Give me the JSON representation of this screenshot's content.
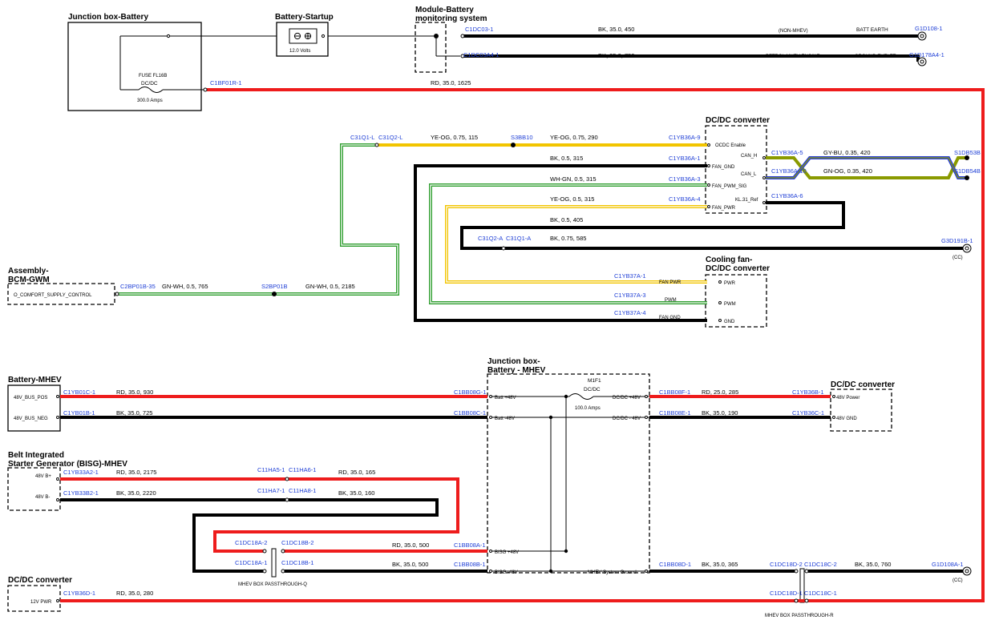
{
  "colors": {
    "red": "#ee1c1c",
    "black": "#000000",
    "yellow": "#f2c500",
    "green": "#2e9e2e",
    "white": "#ffffff",
    "blue": "#2a3fd6",
    "olive": "#8a9a00",
    "pin_text": "#1f3fd6"
  },
  "components": {
    "jb_battery": "Junction box-Battery",
    "fuse_fl16b": "FUSE FL16B",
    "fuse_dcdc": "DC/DC",
    "fuse_amps": "300.0 Amps",
    "battery_startup": "Battery-Startup",
    "battery_volts": "12.0 Volts",
    "mbms_line1": "Module-Battery",
    "mbms_line2": "monitoring system",
    "dcdc_top": "DC/DC converter",
    "cooling_line1": "Cooling fan-",
    "cooling_line2": "DC/DC converter",
    "bcm_line1": "Assembly-",
    "bcm_line2": "BCM-GWM",
    "bcm_pin": "O_COMFORT_SUPPLY_CONTROL",
    "battery_mhev": "Battery-MHEV",
    "jb_mhev_line1": "Junction box-",
    "jb_mhev_line2": "Battery - MHEV",
    "dcdc_right": "DC/DC converter",
    "bisg_line1": "Belt Integrated",
    "bisg_line2": "Starter Generator (BISG)-MHEV",
    "dcdc_bottom": "DC/DC converter",
    "m1f1": "M1F1",
    "m1f1_dcdc": "DC/DC",
    "m1f1_amps": "100.0 Amps",
    "passthrough_q": "MHEV BOX PASSTHROUGH-Q",
    "passthrough_r": "MHEV BOX PASSTHROUGH-R"
  },
  "pin_labels": {
    "ocdc_enable": "OCDC Enable",
    "fan_gnd": "FAN_GND",
    "fan_pwm_sig": "FAN_PWM_SIG",
    "fan_pwr": "FAN_PWR",
    "can_h": "CAN_H",
    "can_l": "CAN_L",
    "kl31_ref": "KL.31_Ref",
    "cf_fan_pwr": "FAN PWR",
    "cf_pwm": "PWM",
    "cf_fan_gnd": "FAN GND",
    "cf_in_pwr": "PWR",
    "cf_in_pwm": "PWM",
    "cf_in_gnd": "GND",
    "bus_pos": "48V_BUS_POS",
    "bus_neg": "48V_BUS_NEG",
    "batt_48": "Batt +48V",
    "batt_minus48": "Batt -48V",
    "dcdc_plus48": "DC/DC +48V",
    "dcdc_minus48": "DC/DC - 48V",
    "bisg_plus48": "BISG +48V",
    "bisg_minus48": "BISG -48V",
    "mhev_sys_ground": "MHEV System Ground",
    "v48_power": "48V Power",
    "v48_gnd": "48V GND",
    "bisg_b_plus": "48V B+",
    "bisg_b_minus": "48V B-",
    "v12_pwr": "12V PWR",
    "non_mhev": "(NON-MHEV)",
    "petrol": "PETROL MHEV ENGINE",
    "batt_earth": "BATT EARTH",
    "ground_eyelet": "GROUND EYELET",
    "cc": "(CC)"
  },
  "connectors": {
    "c1dc03": "C1DC03-1",
    "c1dc03a4": "C1DC03A4-1",
    "g1d108": "G1D108-1",
    "g1d178a4": "G1D178A4-1",
    "c1bf01r": "C1BF01R-1",
    "c31q1l": "C31Q1-L",
    "c31q2l": "C31Q2-L",
    "s3bb10": "S3BB10",
    "c1yb36a9": "C1YB36A-9",
    "c1yb36a1": "C1YB36A-1",
    "c1yb36a3": "C1YB36A-3",
    "c1yb36a4": "C1YB36A-4",
    "c1yb36a5": "C1YB36A-5",
    "c1yb36a10": "C1YB36A-10",
    "c1yb36a6": "C1YB36A-6",
    "s1db53b": "S1DB53B",
    "s1db54b": "S1DB54B",
    "c31q2a": "C31Q2-A",
    "c31q1a": "C31Q1-A",
    "g3d191b": "G3D191B-1",
    "c2bp01b": "C2BP01B-35",
    "s2bp01b": "S2BP01B",
    "c1yb37a1": "C1YB37A-1",
    "c1yb37a3": "C1YB37A-3",
    "c1yb37a4": "C1YB37A-4",
    "c1yb01c": "C1YB01C-1",
    "c1yb01b": "C1YB01B-1",
    "c1bb08g": "C1BB08G-1",
    "c1bb08c": "C1BB08C-1",
    "c1bb08f": "C1BB08F-1",
    "c1bb08e": "C1BB08E-1",
    "c1yb36b": "C1YB36B-1",
    "c1yb36c": "C1YB36C-1",
    "c1yb33a2": "C1YB33A2-1",
    "c1yb33b2": "C1YB33B2-1",
    "c11ha5": "C11HA5-1",
    "c11ha6": "C11HA6-1",
    "c11ha7": "C11HA7-1",
    "c11ha8": "C11HA8-1",
    "c1dc18a2": "C1DC18A-2",
    "c1dc18b2": "C1DC18B-2",
    "c1dc18a1": "C1DC18A-1",
    "c1dc18b1": "C1DC18B-1",
    "c1bb08a": "C1BB08A-1",
    "c1bb08b": "C1BB08B-1",
    "c1bb08d": "C1BB08D-1",
    "c1dc18d2": "C1DC18D-2",
    "c1dc18c2": "C1DC18C-2",
    "g1d108a": "G1D108A-1",
    "c1yb36d": "C1YB36D-1",
    "c1dc18d1": "C1DC18D-1",
    "c1dc18c1": "C1DC18C-1"
  },
  "wires": {
    "w450": "BK,  35.0,  450",
    "w750": "BK,  35.0,  750",
    "w1625": "RD,  35.0,  1625",
    "w115": "YE-OG,  0.75,  115",
    "w290": "YE-OG,  0.75,  290",
    "w315bk": "BK,  0.5,  315",
    "w315wg": "WH-GN,  0.5,  315",
    "w315yo": "YE-OG,  0.5,  315",
    "w420gy": "GY-BU,  0.35,  420",
    "w420gn": "GN-OG,  0.35,  420",
    "w405": "BK,  0.5,  405",
    "w585": "BK,  0.75,  585",
    "w765": "GN-WH,  0.5,  765",
    "w2185": "GN-WH,  0.5,  2185",
    "w930": "RD,  35.0,  930",
    "w725": "BK,  35.0,  725",
    "w285": "RD,  25.0,  285",
    "w190": "BK,  35.0,  190",
    "w2175": "RD,  35.0,  2175",
    "w165": "RD,  35.0,  165",
    "w2220": "BK,  35.0,  2220",
    "w160": "BK,  35.0,  160",
    "w500rd": "RD,  35.0,  500",
    "w500bk": "BK,  35.0,  500",
    "w365": "BK,  35.0,  365",
    "w760": "BK,  35.0,  760",
    "w280": "RD,  35.0,  280"
  }
}
